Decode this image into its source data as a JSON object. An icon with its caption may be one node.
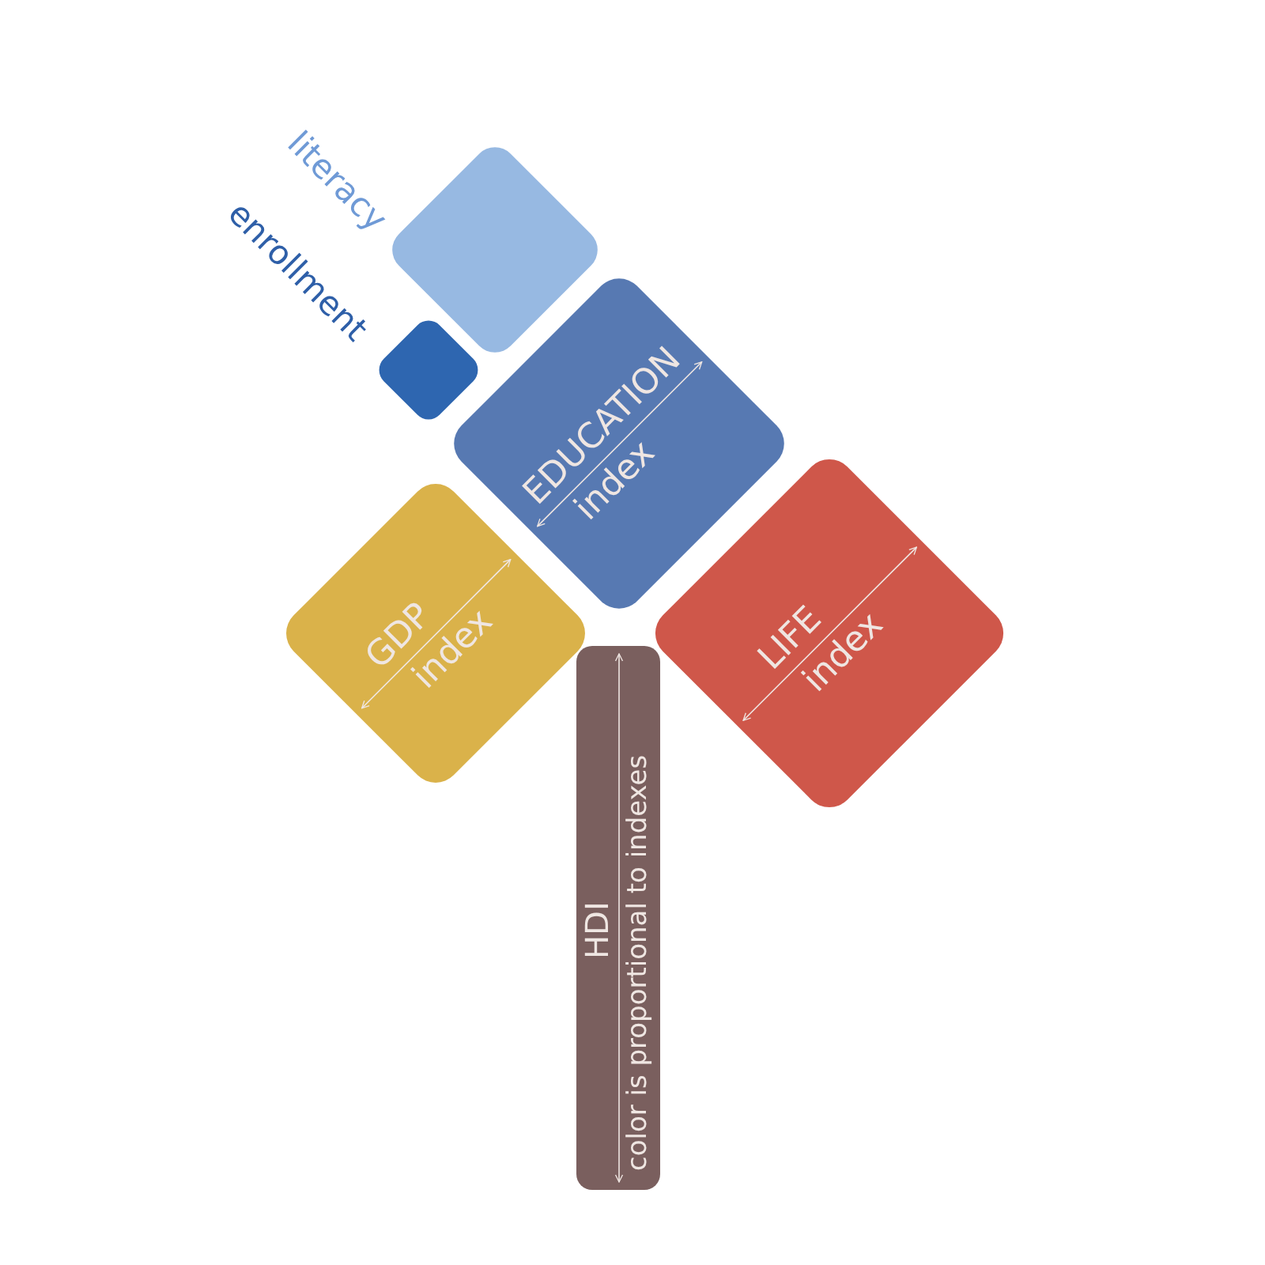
{
  "diagram": {
    "nodes": [
      {
        "text": [
          "literacy"
        ]
      },
      {
        "text": [
          "enrollment"
        ]
      },
      {
        "text": [
          "EDUCATION",
          "index"
        ]
      },
      {
        "text": [
          "GDP",
          "index"
        ]
      },
      {
        "text": [
          "LIFE",
          "index"
        ]
      },
      {
        "text": [
          "HDI",
          "color is proportional to indexes"
        ]
      }
    ]
  }
}
